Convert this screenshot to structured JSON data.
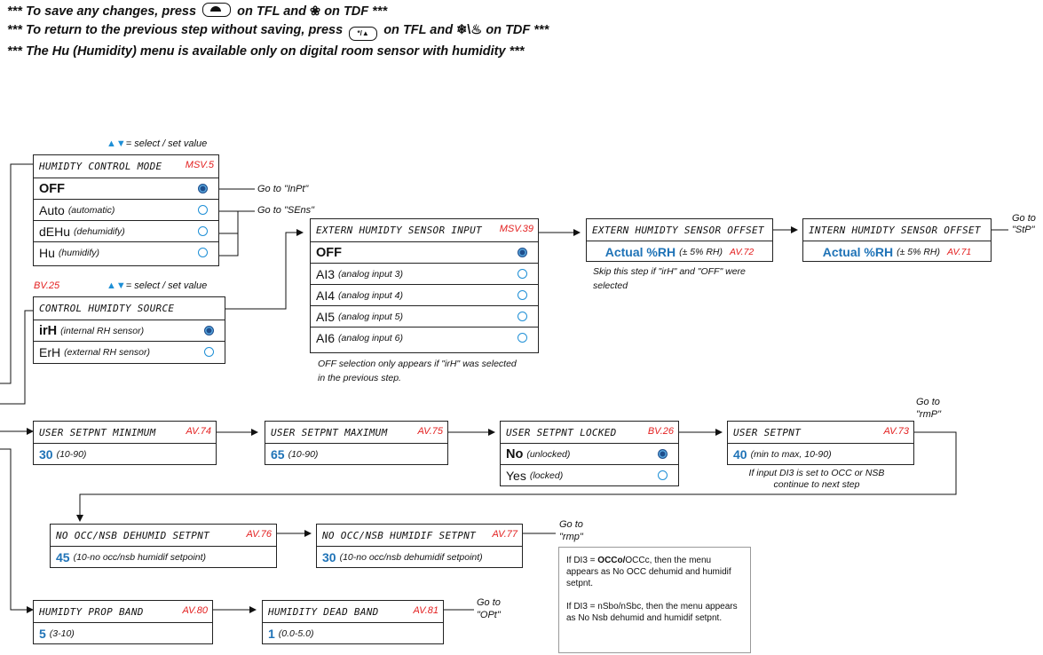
{
  "header": {
    "line1_a": "*** To save any changes, press",
    "line1_b": "on TFL and",
    "line1_c": "on TDF ***",
    "line2_a": "*** To return to the previous step without saving, press",
    "line2_b": "on TFL and",
    "line2_c": "on TDF ***",
    "line3": "*** The Hu (Humidity) menu is available only on digital room sensor with humidity ***"
  },
  "legend_label": "= select / set value",
  "humidity_control_mode": {
    "title": "HUMIDTY CONTROL MODE",
    "tag": "MSV.5",
    "options": [
      {
        "label": "OFF",
        "sub": "",
        "selected": true
      },
      {
        "label": "Auto",
        "sub": "(automatic)",
        "selected": false
      },
      {
        "label": "dEHu",
        "sub": "(dehumidify)",
        "selected": false
      },
      {
        "label": "Hu",
        "sub": "(humidify)",
        "selected": false
      }
    ],
    "goto_off": "Go to \"InPt\"",
    "goto_others": "Go to \"SEns\""
  },
  "control_humidity_source": {
    "tag": "BV.25",
    "title": "CONTROL HUMIDTY SOURCE",
    "options": [
      {
        "label": "irH",
        "sub": "(internal RH sensor)",
        "selected": true
      },
      {
        "label": "ErH",
        "sub": "(external RH sensor)",
        "selected": false
      }
    ]
  },
  "extern_sensor_input": {
    "title": "EXTERN HUMIDTY SENSOR INPUT",
    "tag": "MSV.39",
    "options": [
      {
        "label": "OFF",
        "sub": "",
        "selected": true
      },
      {
        "label": "AI3",
        "sub": "(analog input 3)",
        "selected": false
      },
      {
        "label": "AI4",
        "sub": "(analog input 4)",
        "selected": false
      },
      {
        "label": "AI5",
        "sub": "(analog input 5)",
        "selected": false
      },
      {
        "label": "AI6",
        "sub": "(analog input 6)",
        "selected": false
      }
    ],
    "note": "OFF selection only appears if \"irH\" was selected in the previous step."
  },
  "extern_offset": {
    "title": "EXTERN HUMIDTY SENSOR OFFSET",
    "value": "Actual %RH",
    "range": "(± 5% RH)",
    "tag": "AV.72",
    "note": "Skip this step if \"irH\" and \"OFF\" were selected"
  },
  "intern_offset": {
    "title": "INTERN HUMIDTY SENSOR OFFSET",
    "value": "Actual %RH",
    "range": "(± 5% RH)",
    "tag": "AV.71",
    "goto": "Go to \"StP\""
  },
  "setpoint_min": {
    "title": "USER SETPNT MINIMUM",
    "tag": "AV.74",
    "value": "30",
    "range": "(10-90)"
  },
  "setpoint_max": {
    "title": "USER SETPNT MAXIMUM",
    "tag": "AV.75",
    "value": "65",
    "range": "(10-90)"
  },
  "setpoint_locked": {
    "title": "USER SETPNT LOCKED",
    "tag": "BV.26",
    "options": [
      {
        "label": "No",
        "sub": "(unlocked)",
        "selected": true
      },
      {
        "label": "Yes",
        "sub": "(locked)",
        "selected": false
      }
    ]
  },
  "user_setpoint": {
    "title": "USER SETPNT",
    "tag": "AV.73",
    "value": "40",
    "range": "(min to max, 10-90)",
    "note": "If input DI3 is set to OCC or NSB continue to next step",
    "goto": "Go to \"rmP\""
  },
  "no_occ_dehumid": {
    "title": "NO OCC/NSB DEHUMID SETPNT",
    "tag": "AV.76",
    "value": "45",
    "range": "(10-no occ/nsb humidif setpoint)"
  },
  "no_occ_humidif": {
    "title": "NO OCC/NSB HUMIDIF SETPNT",
    "tag": "AV.77",
    "value": "30",
    "range": "(10-no occ/nsb dehumidif setpoint)",
    "goto": "Go to \"rmp\""
  },
  "di3_note": {
    "p1_a": "If DI3 =",
    "p1_b": "OCCo/",
    "p1_c": "OCCc, then the menu appears as No OCC dehumid and humidif setpnt.",
    "p2": "If DI3 = nSbo/nSbc, then the menu appears as No Nsb dehumid and humidif setpnt."
  },
  "prop_band": {
    "title": "HUMIDTY PROP BAND",
    "tag": "AV.80",
    "value": "5",
    "range": "(3-10)"
  },
  "dead_band": {
    "title": "HUMIDITY DEAD BAND",
    "tag": "AV.81",
    "value": "1",
    "range": "(0.0-5.0)",
    "goto": "Go to \"OPt\""
  }
}
